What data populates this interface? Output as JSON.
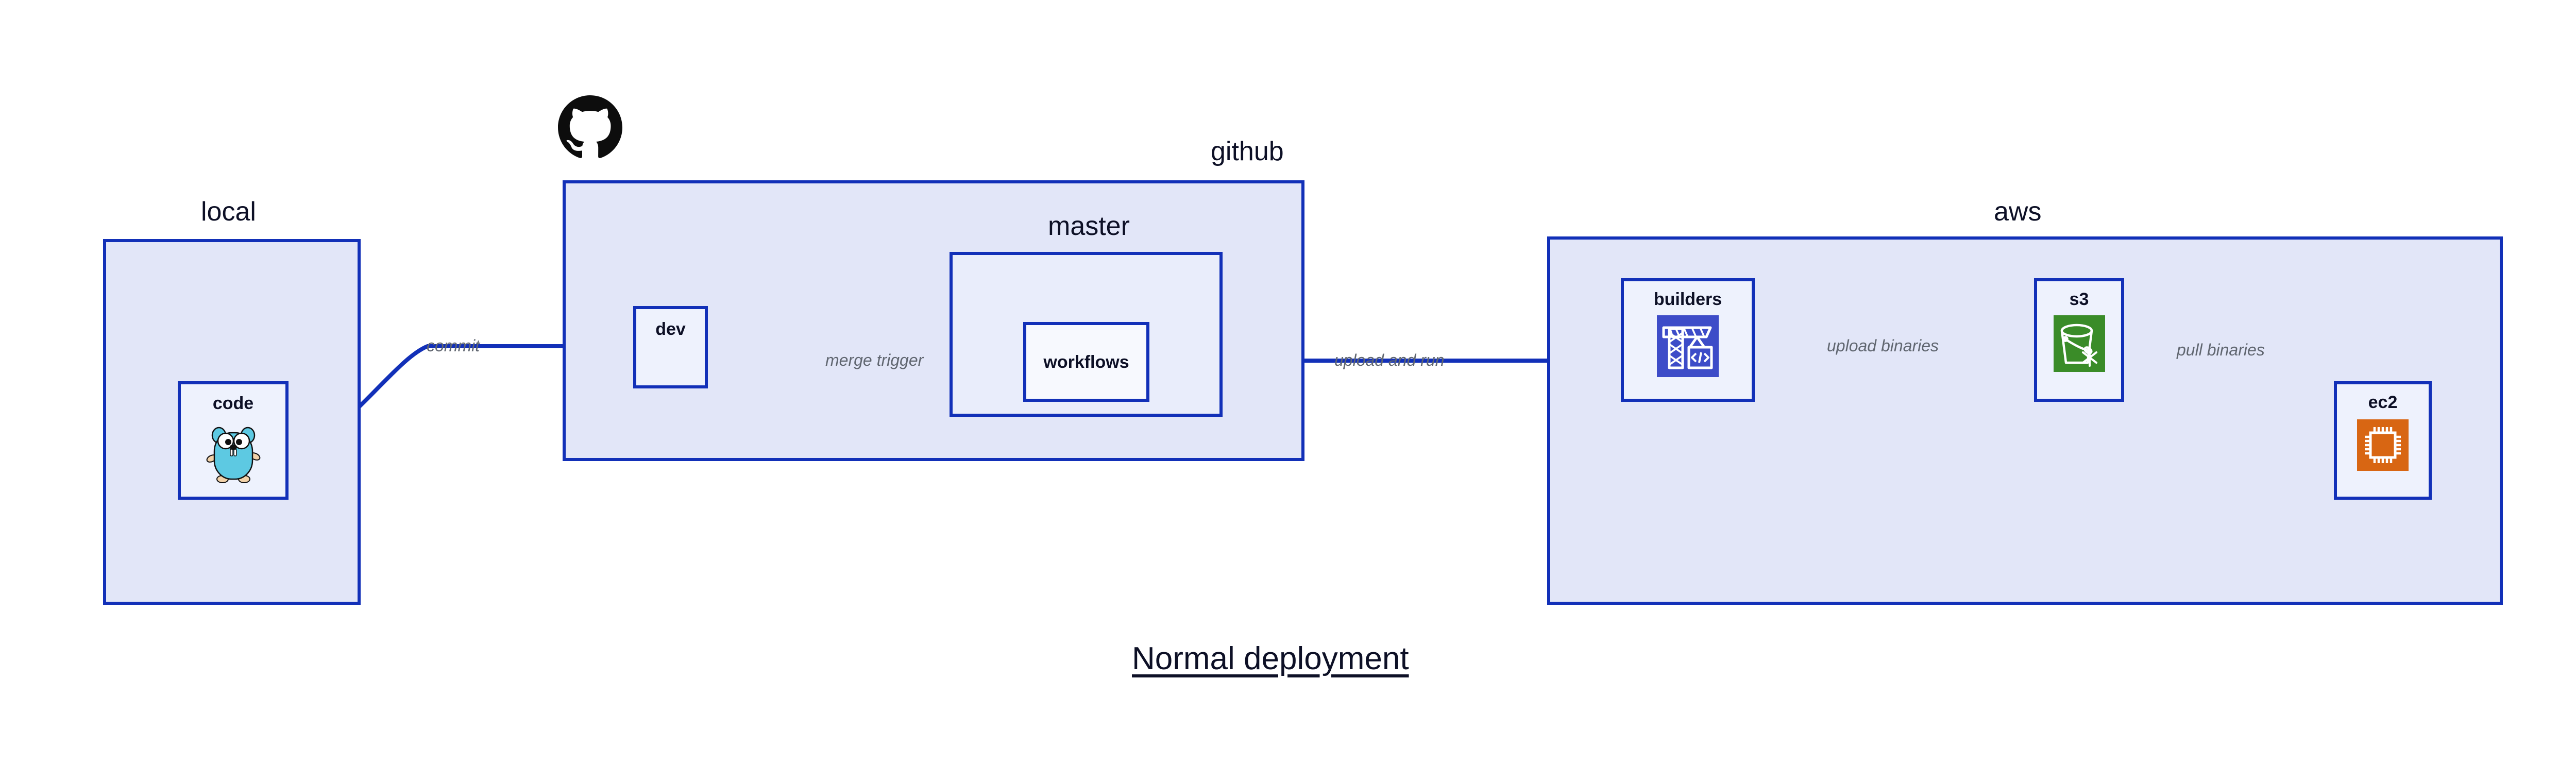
{
  "diagram": {
    "title": "Normal deployment",
    "accent_color": "#1230B8",
    "group_fill": "#E2E6F8",
    "subgroup_fill": "#E9EDFB",
    "node_fill": "#EEF2FD",
    "label_color": "#0D1026",
    "edge_label_color": "#606670"
  },
  "groups": {
    "local": {
      "label": "local"
    },
    "github": {
      "label": "github"
    },
    "master": {
      "label": "master"
    },
    "aws": {
      "label": "aws"
    }
  },
  "nodes": {
    "code": {
      "label": "code",
      "icon": "go-gopher-icon"
    },
    "dev": {
      "label": "dev",
      "icon": "none"
    },
    "workflows": {
      "label": "workflows",
      "icon": "none"
    },
    "builders": {
      "label": "builders",
      "icon": "crane-code-icon",
      "icon_color": "#3D4CC8"
    },
    "s3": {
      "label": "s3",
      "icon": "s3-bucket-icon",
      "icon_color": "#3A8C28"
    },
    "ec2": {
      "label": "ec2",
      "icon": "cpu-chip-icon",
      "icon_color": "#D86613"
    }
  },
  "edges": {
    "commit": {
      "label": "commit",
      "from": "code",
      "to": "dev"
    },
    "merge_trigger": {
      "label": "merge trigger",
      "from": "dev",
      "to": "workflows"
    },
    "upload_and_run": {
      "label": "upload and run",
      "from": "workflows",
      "to": "builders"
    },
    "upload_binaries": {
      "label": "upload binaries",
      "from": "builders",
      "to": "s3"
    },
    "pull_binaries": {
      "label": "pull binaries",
      "from": "s3",
      "to": "ec2"
    }
  },
  "icons": {
    "github_logo": "github-octocat-icon"
  }
}
